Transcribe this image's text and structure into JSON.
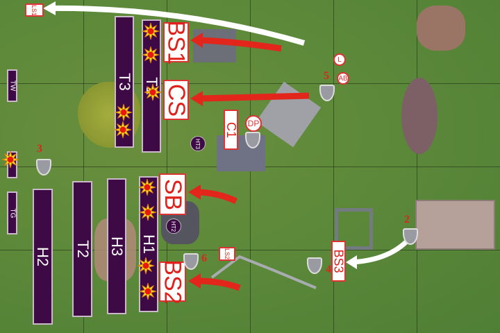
{
  "units": {
    "t3": "T3",
    "t1": "T1",
    "tw": "TW",
    "tg": "TG",
    "h2": "H2",
    "t2": "T2",
    "h3": "H3",
    "h1": "H1"
  },
  "enemy_tags": {
    "bs1": "BS1",
    "cs": "CS",
    "sb": "SB",
    "bs2": "BS2",
    "bs3": "BS3",
    "c1": "C1",
    "ls1": "LS1",
    "ls2": "LS2"
  },
  "markers": {
    "ht2": "HT2",
    "ht3": "HT3"
  },
  "bubbles": {
    "dp": "DP",
    "l": "L",
    "ab": "AB"
  },
  "objectives": {
    "o2": "2",
    "o3": "3",
    "o4": "4",
    "o5": "5",
    "o6": "6"
  },
  "colors": {
    "unit": "#3d0a45",
    "enemy": "#e0201b",
    "grass": "#5f8a3a"
  }
}
